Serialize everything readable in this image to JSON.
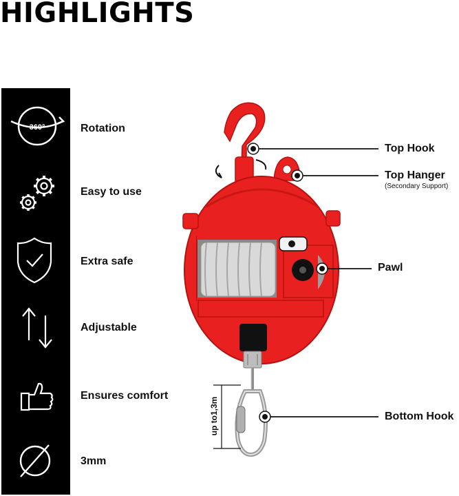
{
  "title": "HIGHLIGHTS",
  "features": [
    {
      "label": "Rotation",
      "icon": "rotation-360-icon",
      "icon_text": "360°"
    },
    {
      "label": "Easy to use",
      "icon": "gears-icon"
    },
    {
      "label": "Extra safe",
      "icon": "shield-check-icon"
    },
    {
      "label": "Adjustable",
      "icon": "up-down-arrows-icon"
    },
    {
      "label": "Ensures comfort",
      "icon": "thumbs-up-icon"
    },
    {
      "label": "3mm",
      "icon": "diameter-icon"
    }
  ],
  "callouts": {
    "top_hook": "Top Hook",
    "top_hanger": "Top Hanger",
    "top_hanger_sub": "(Secondary Support)",
    "pawl": "Pawl",
    "bottom_hook": "Bottom Hook"
  },
  "range_label": "up to1,3m",
  "colors": {
    "sidebar": "#000000",
    "product_red": "#e8201f",
    "cable": "#c9c9c9"
  }
}
